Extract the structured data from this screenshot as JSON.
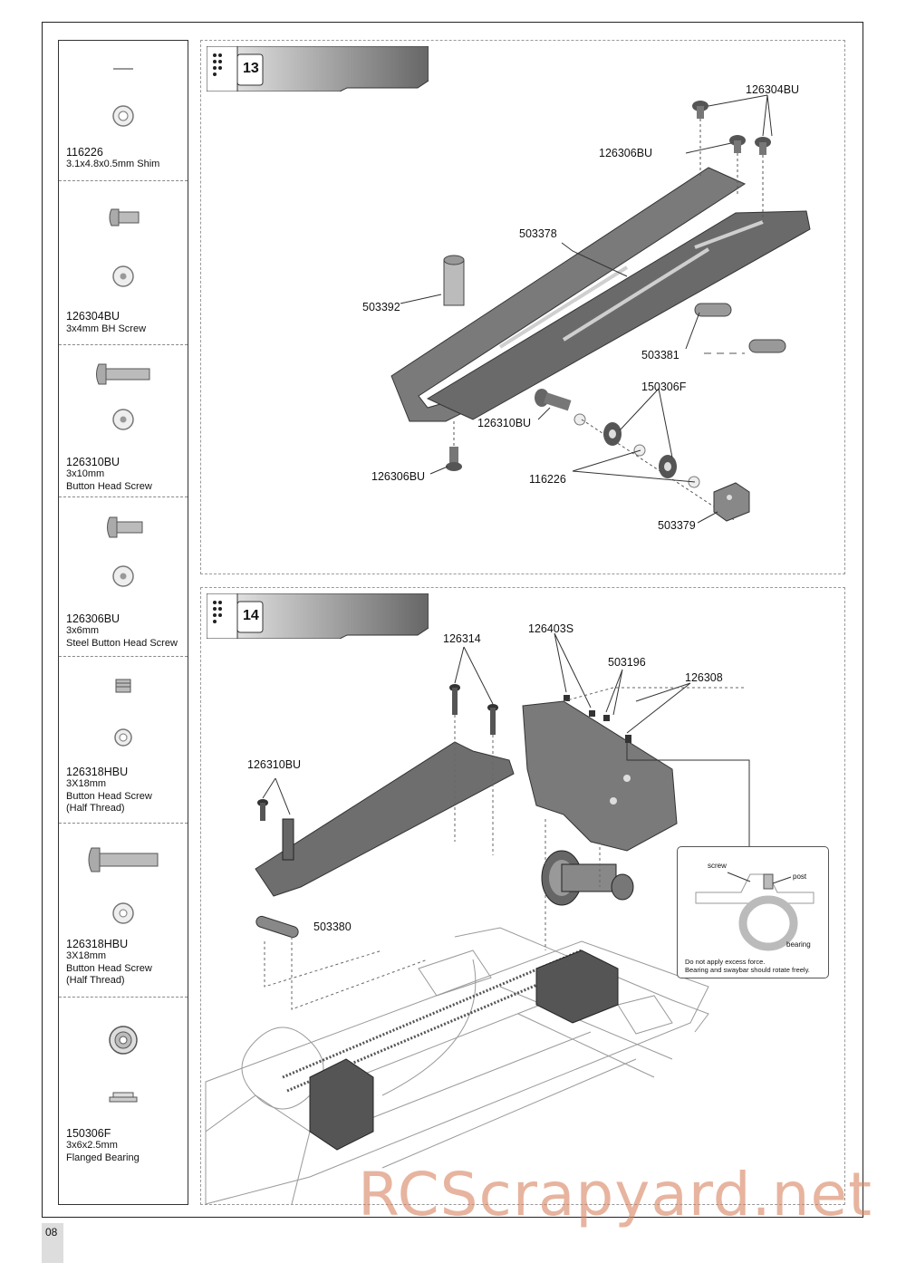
{
  "parts_list": [
    {
      "code": "116226",
      "desc": [
        "3.1x4.8x0.5mm Shim"
      ]
    },
    {
      "code": "126304BU",
      "desc": [
        "3x4mm BH Screw"
      ]
    },
    {
      "code": "126310BU",
      "desc": [
        "3x10mm",
        "Button Head Screw"
      ]
    },
    {
      "code": "126306BU",
      "desc": [
        "3x6mm",
        "Steel Button Head Screw"
      ]
    },
    {
      "code": "126318HBU",
      "desc": [
        "3X18mm",
        "Button Head Screw",
        "(Half Thread)"
      ]
    },
    {
      "code": "126318HBU",
      "desc": [
        "3X18mm",
        "Button Head Screw",
        "(Half Thread)"
      ]
    },
    {
      "code": "150306F",
      "desc": [
        "3x6x2.5mm",
        "Flanged Bearing"
      ]
    }
  ],
  "step13": {
    "number": "13",
    "labels": [
      "126304BU",
      "126306BU",
      "503378",
      "503392",
      "503381",
      "150306F",
      "126310BU",
      "116226",
      "126306BU",
      "503379"
    ]
  },
  "step14": {
    "number": "14",
    "labels": [
      "126314",
      "126403S",
      "503196",
      "126308",
      "126310BU",
      "503380"
    ],
    "detail": {
      "screw": "screw",
      "post": "post",
      "bearing": "bearing",
      "note1": "Do not apply excess force.",
      "note2": "Bearing and swaybar should rotate freely."
    }
  },
  "page_number": "08",
  "watermark": "RCScrapyard.net"
}
